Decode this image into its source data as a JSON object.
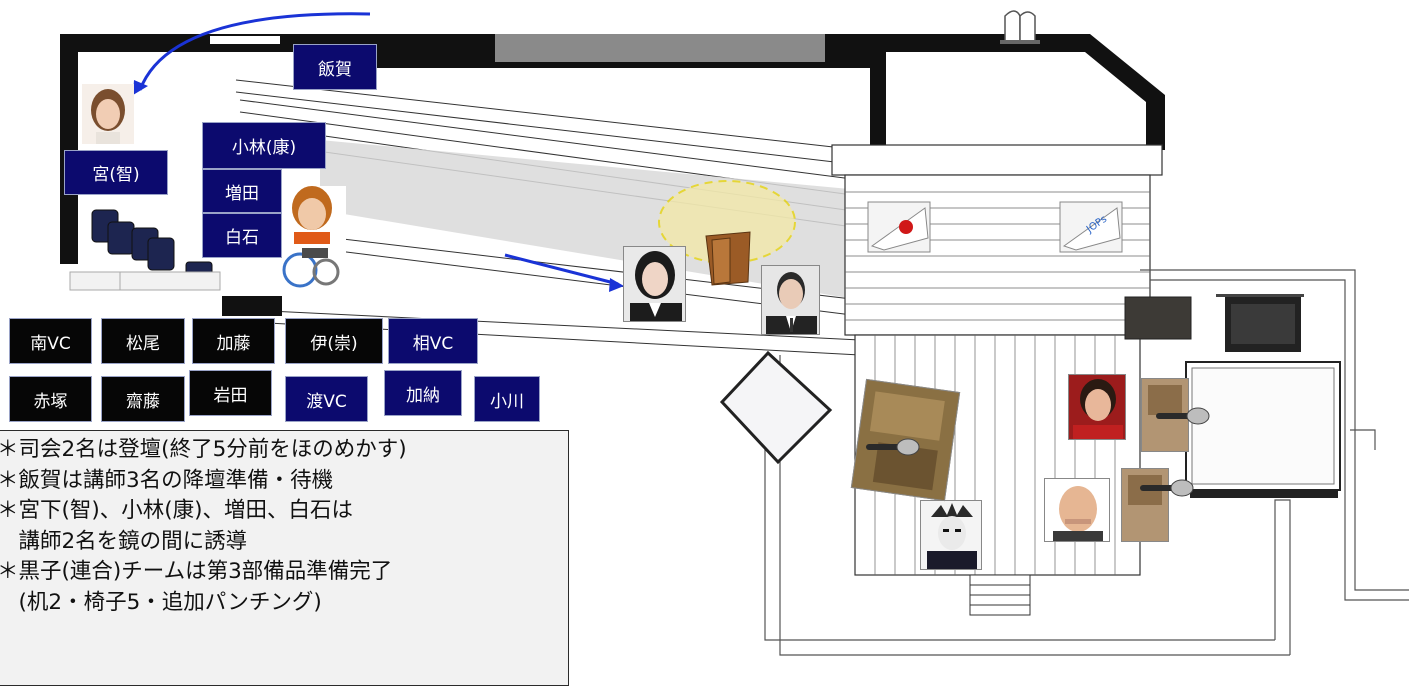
{
  "staff_tags": {
    "ika": "飯賀",
    "miya_tomo": "宮(智)",
    "kobayashi_ko": "小林(康)",
    "masuda": "増田",
    "shiraishi": "白石",
    "minami_vc": "南VC",
    "matsuo": "松尾",
    "kato": "加藤",
    "i_takashi": "伊(崇)",
    "ai_vc": "相VC",
    "akatsuka": "赤塚",
    "saito": "齋藤",
    "iwata": "岩田",
    "watari_vc": "渡VC",
    "kano": "加納",
    "ogawa": "小川"
  },
  "notes": [
    "＊司会2名は登壇(終了5分前をほのめかす)",
    "＊飯賀は講師3名の降壇準備・待機",
    "＊宮下(智)、小林(康)、増田、白石は",
    "　講師2名を鏡の間に誘導",
    "＊黒子(連合)チームは第3部備品準備完了",
    "　(机2・椅子5・追加パンチング)"
  ],
  "flag_text": "JOPs",
  "colors": {
    "navy_tag": "#0c0a6e",
    "black_tag": "#060606",
    "arrow": "#1a33d6",
    "spotlight": "#f3e9a6",
    "spotlight_border": "#e8d400"
  }
}
